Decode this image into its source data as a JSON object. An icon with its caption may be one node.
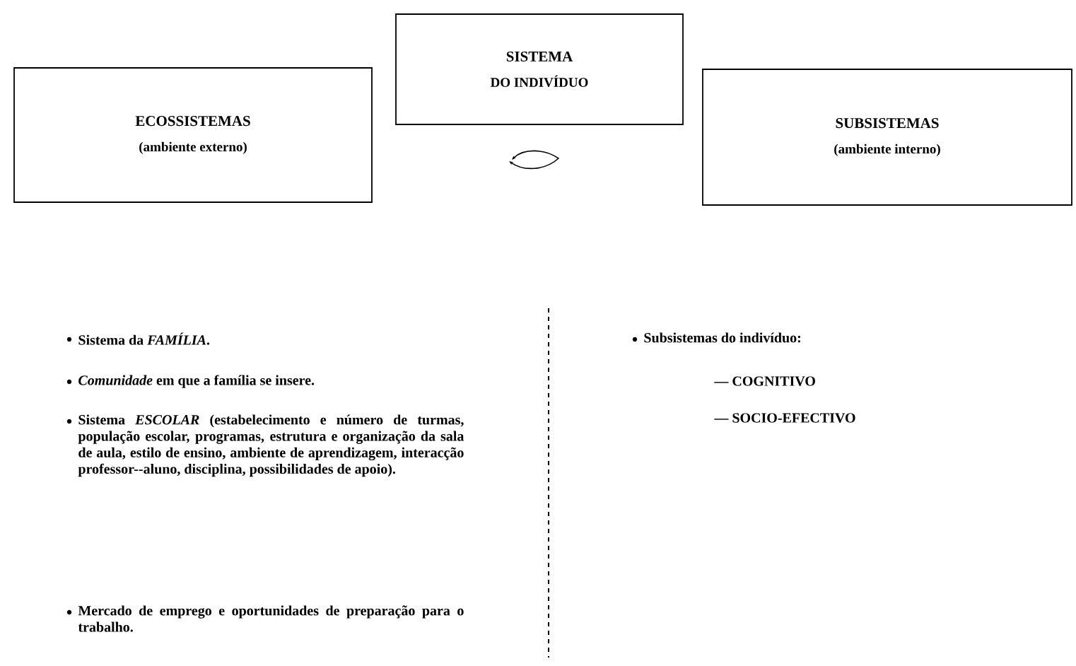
{
  "diagram": {
    "nodes": [
      {
        "text": [
          "ECOSSISTEMAS",
          "(ambiente externo)"
        ]
      },
      {
        "text": [
          "SISTEMA",
          "DO INDIVÍDUO"
        ]
      },
      {
        "text": [
          "SUBSISTEMAS",
          "(ambiente interno)"
        ]
      }
    ],
    "labels": [
      "Sistema da *FAMÍLIA*.",
      "*Comunidade* em que a família se insere.",
      "Sistema *ESCOLAR*  (estabelecimento e número de turmas, população escolar, programas, estrutura e organização da sala de aula, estilo de ensino, ambiente de aprendizagem, interacção professor--aluno, disciplina, possibilidades de apoio).",
      "Mercado de emprego e oportunidades de preparação para o trabalho.",
      "Subsistemas do indivíduo:",
      "— COGNITIVO",
      "— SOCIO-EFECTIVO"
    ]
  }
}
